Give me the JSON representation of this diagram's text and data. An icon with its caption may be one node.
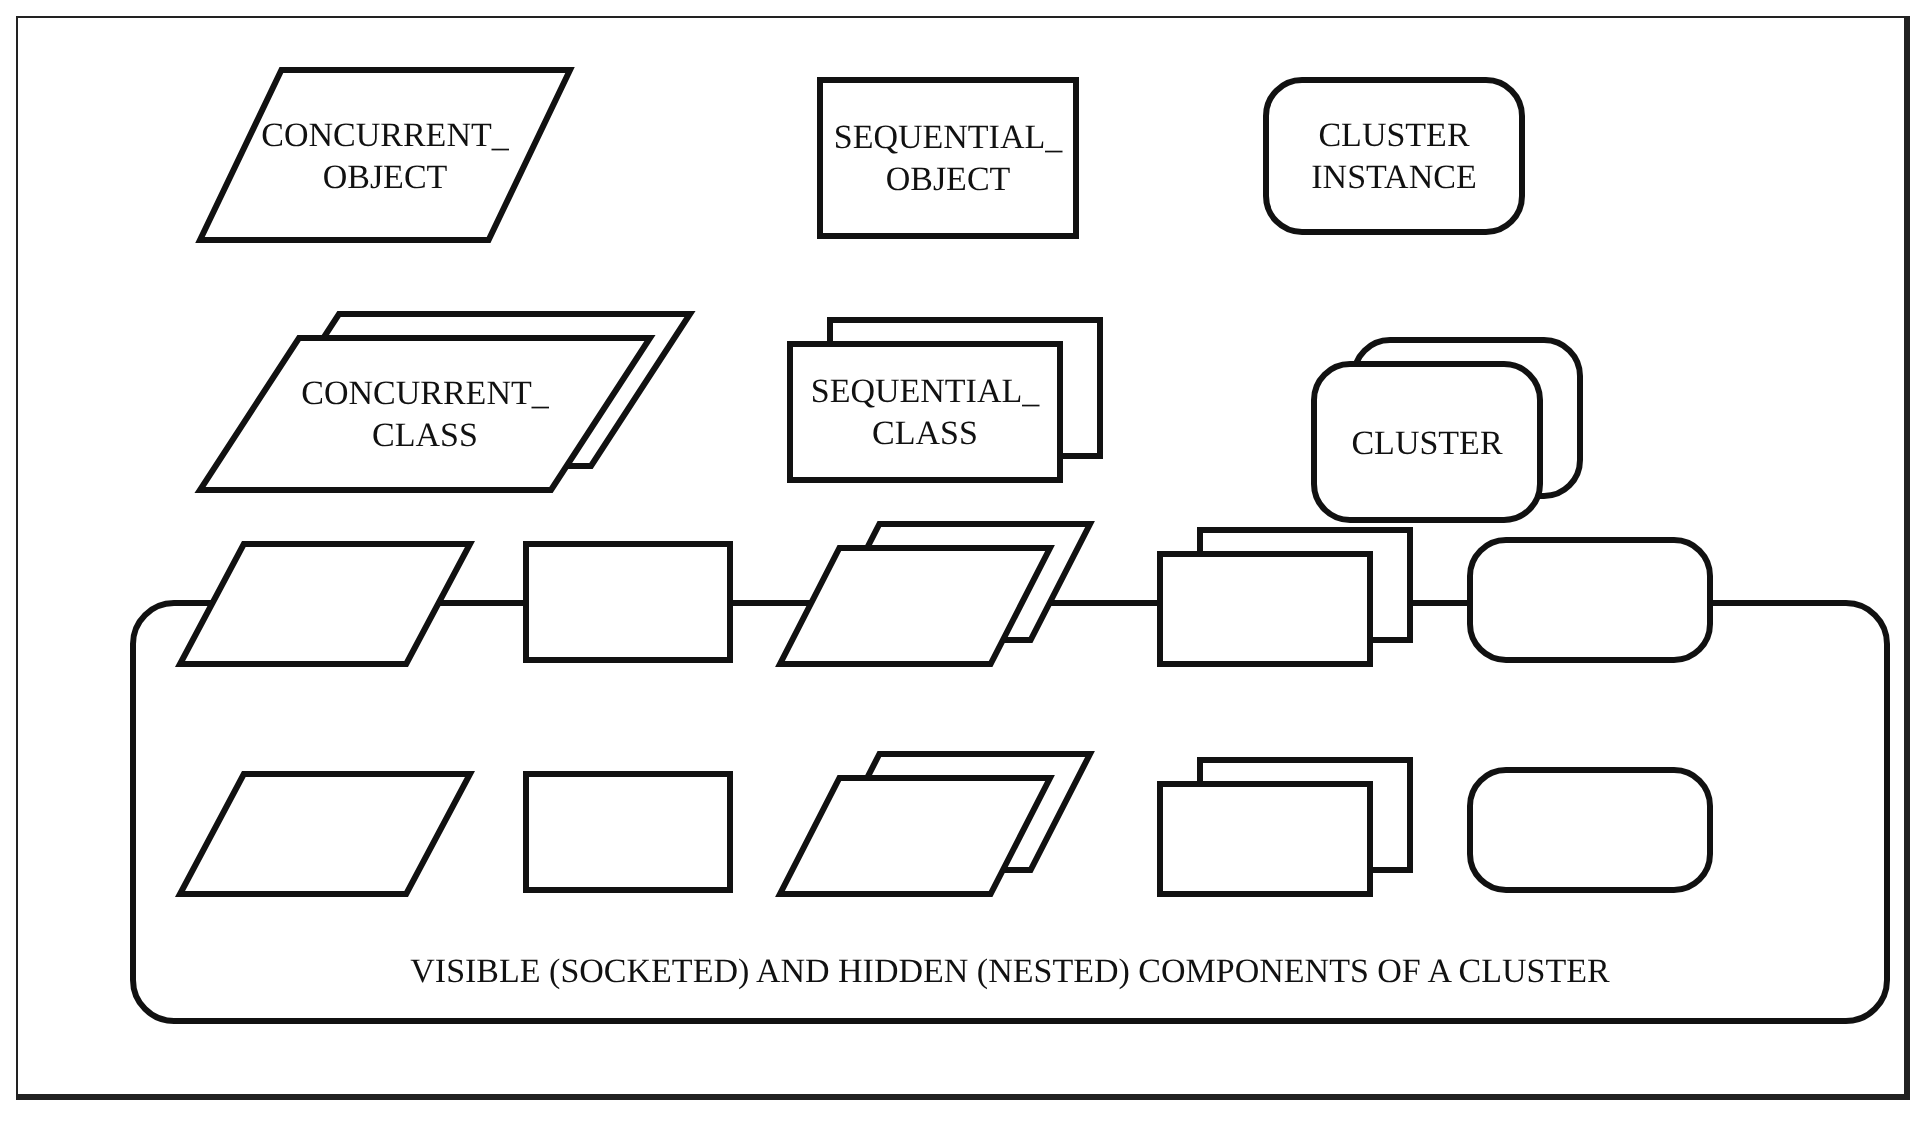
{
  "diagram": {
    "nodes": [
      {
        "text": [
          "CONCURRENT_ OBJECT"
        ]
      },
      {
        "text": [
          "SEQUENTIAL_ OBJECT"
        ]
      },
      {
        "text": [
          "CLUSTER INSTANCE"
        ]
      },
      {
        "text": [
          "CONCURRENT_ CLASS"
        ]
      },
      {
        "text": [
          "SEQUENTIAL_ CLASS"
        ]
      },
      {
        "text": [
          "CLUSTER"
        ]
      },
      {
        "text": [
          "VISIBLE (SOCKETED) AND HIDDEN (NESTED) COMPONENTS OF A CLUSTER"
        ]
      },
      {
        "text": [],
        "shape": "parallelogram"
      },
      {
        "text": [],
        "shape": "box"
      },
      {
        "text": [],
        "shape": "parallelogram"
      },
      {
        "text": [],
        "shape": "box"
      },
      {
        "text": [],
        "shape": "box"
      },
      {
        "text": [],
        "shape": "parallelogram",
        "in": 6
      },
      {
        "text": [],
        "shape": "box",
        "in": 6
      },
      {
        "text": [],
        "shape": "parallelogram",
        "in": 6
      },
      {
        "text": [],
        "shape": "box",
        "in": 6
      },
      {
        "text": [],
        "shape": "box",
        "in": 6
      }
    ],
    "edges": []
  }
}
